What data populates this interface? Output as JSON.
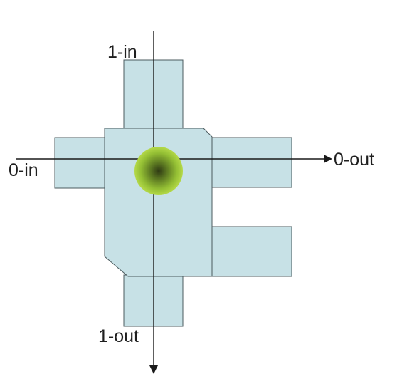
{
  "diagram": {
    "labels": {
      "input_0": "0-in",
      "output_0": "0-out",
      "input_1": "1-in",
      "output_1": "1-out"
    },
    "colors": {
      "block_fill": "#c7e1e6",
      "block_stroke": "#4b5b5f",
      "axis": "#1a1a1a",
      "marker_outer": "#a8cf3c",
      "marker_inner": "#3e4a1c"
    }
  }
}
